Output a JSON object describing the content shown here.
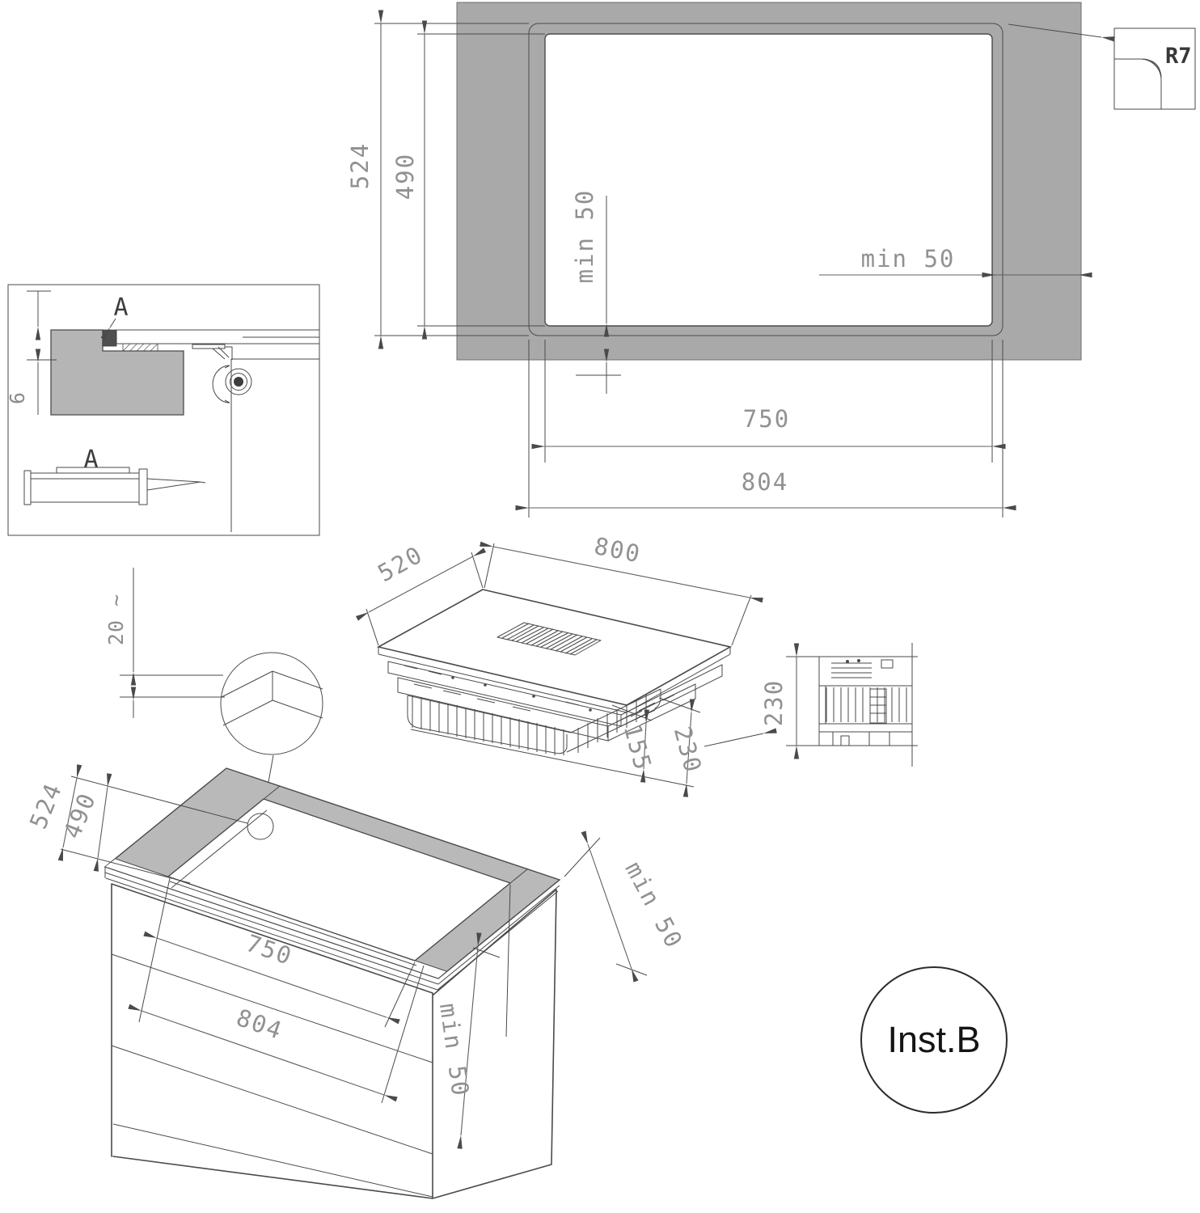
{
  "title": "Hob installation diagram",
  "colors": {
    "line": "#4a4a4a",
    "dimension_text": "#919191",
    "countertop_gray": "#a9a9a9",
    "cabinet_worktop_gray": "#b9b9b9",
    "sealant_dark": "#4f4f4f"
  },
  "top_cutout_view": {
    "depth_outer": "524",
    "depth_inner": "490",
    "clearance_front": "min 50",
    "clearance_side": "min 50",
    "width_inner": "750",
    "width_outer": "804",
    "corner_radius": "R7"
  },
  "seal_section_detail": {
    "section_label": "A",
    "proud_height": "6",
    "sealant_gun_label": "A"
  },
  "hob_isometric_view": {
    "depth": "520",
    "width": "800",
    "chassis_height": "155",
    "total_height": "230"
  },
  "hob_side_view": {
    "height": "230"
  },
  "worktop_edge_detail": {
    "thickness": "20 ~"
  },
  "cabinet_view": {
    "depth_outer": "524",
    "depth_inner": "490",
    "width_inner": "750",
    "width_outer": "804",
    "clearance_side": "min 50",
    "clearance_front": "min 50"
  },
  "instruction_badge": {
    "label": "Inst.B"
  }
}
